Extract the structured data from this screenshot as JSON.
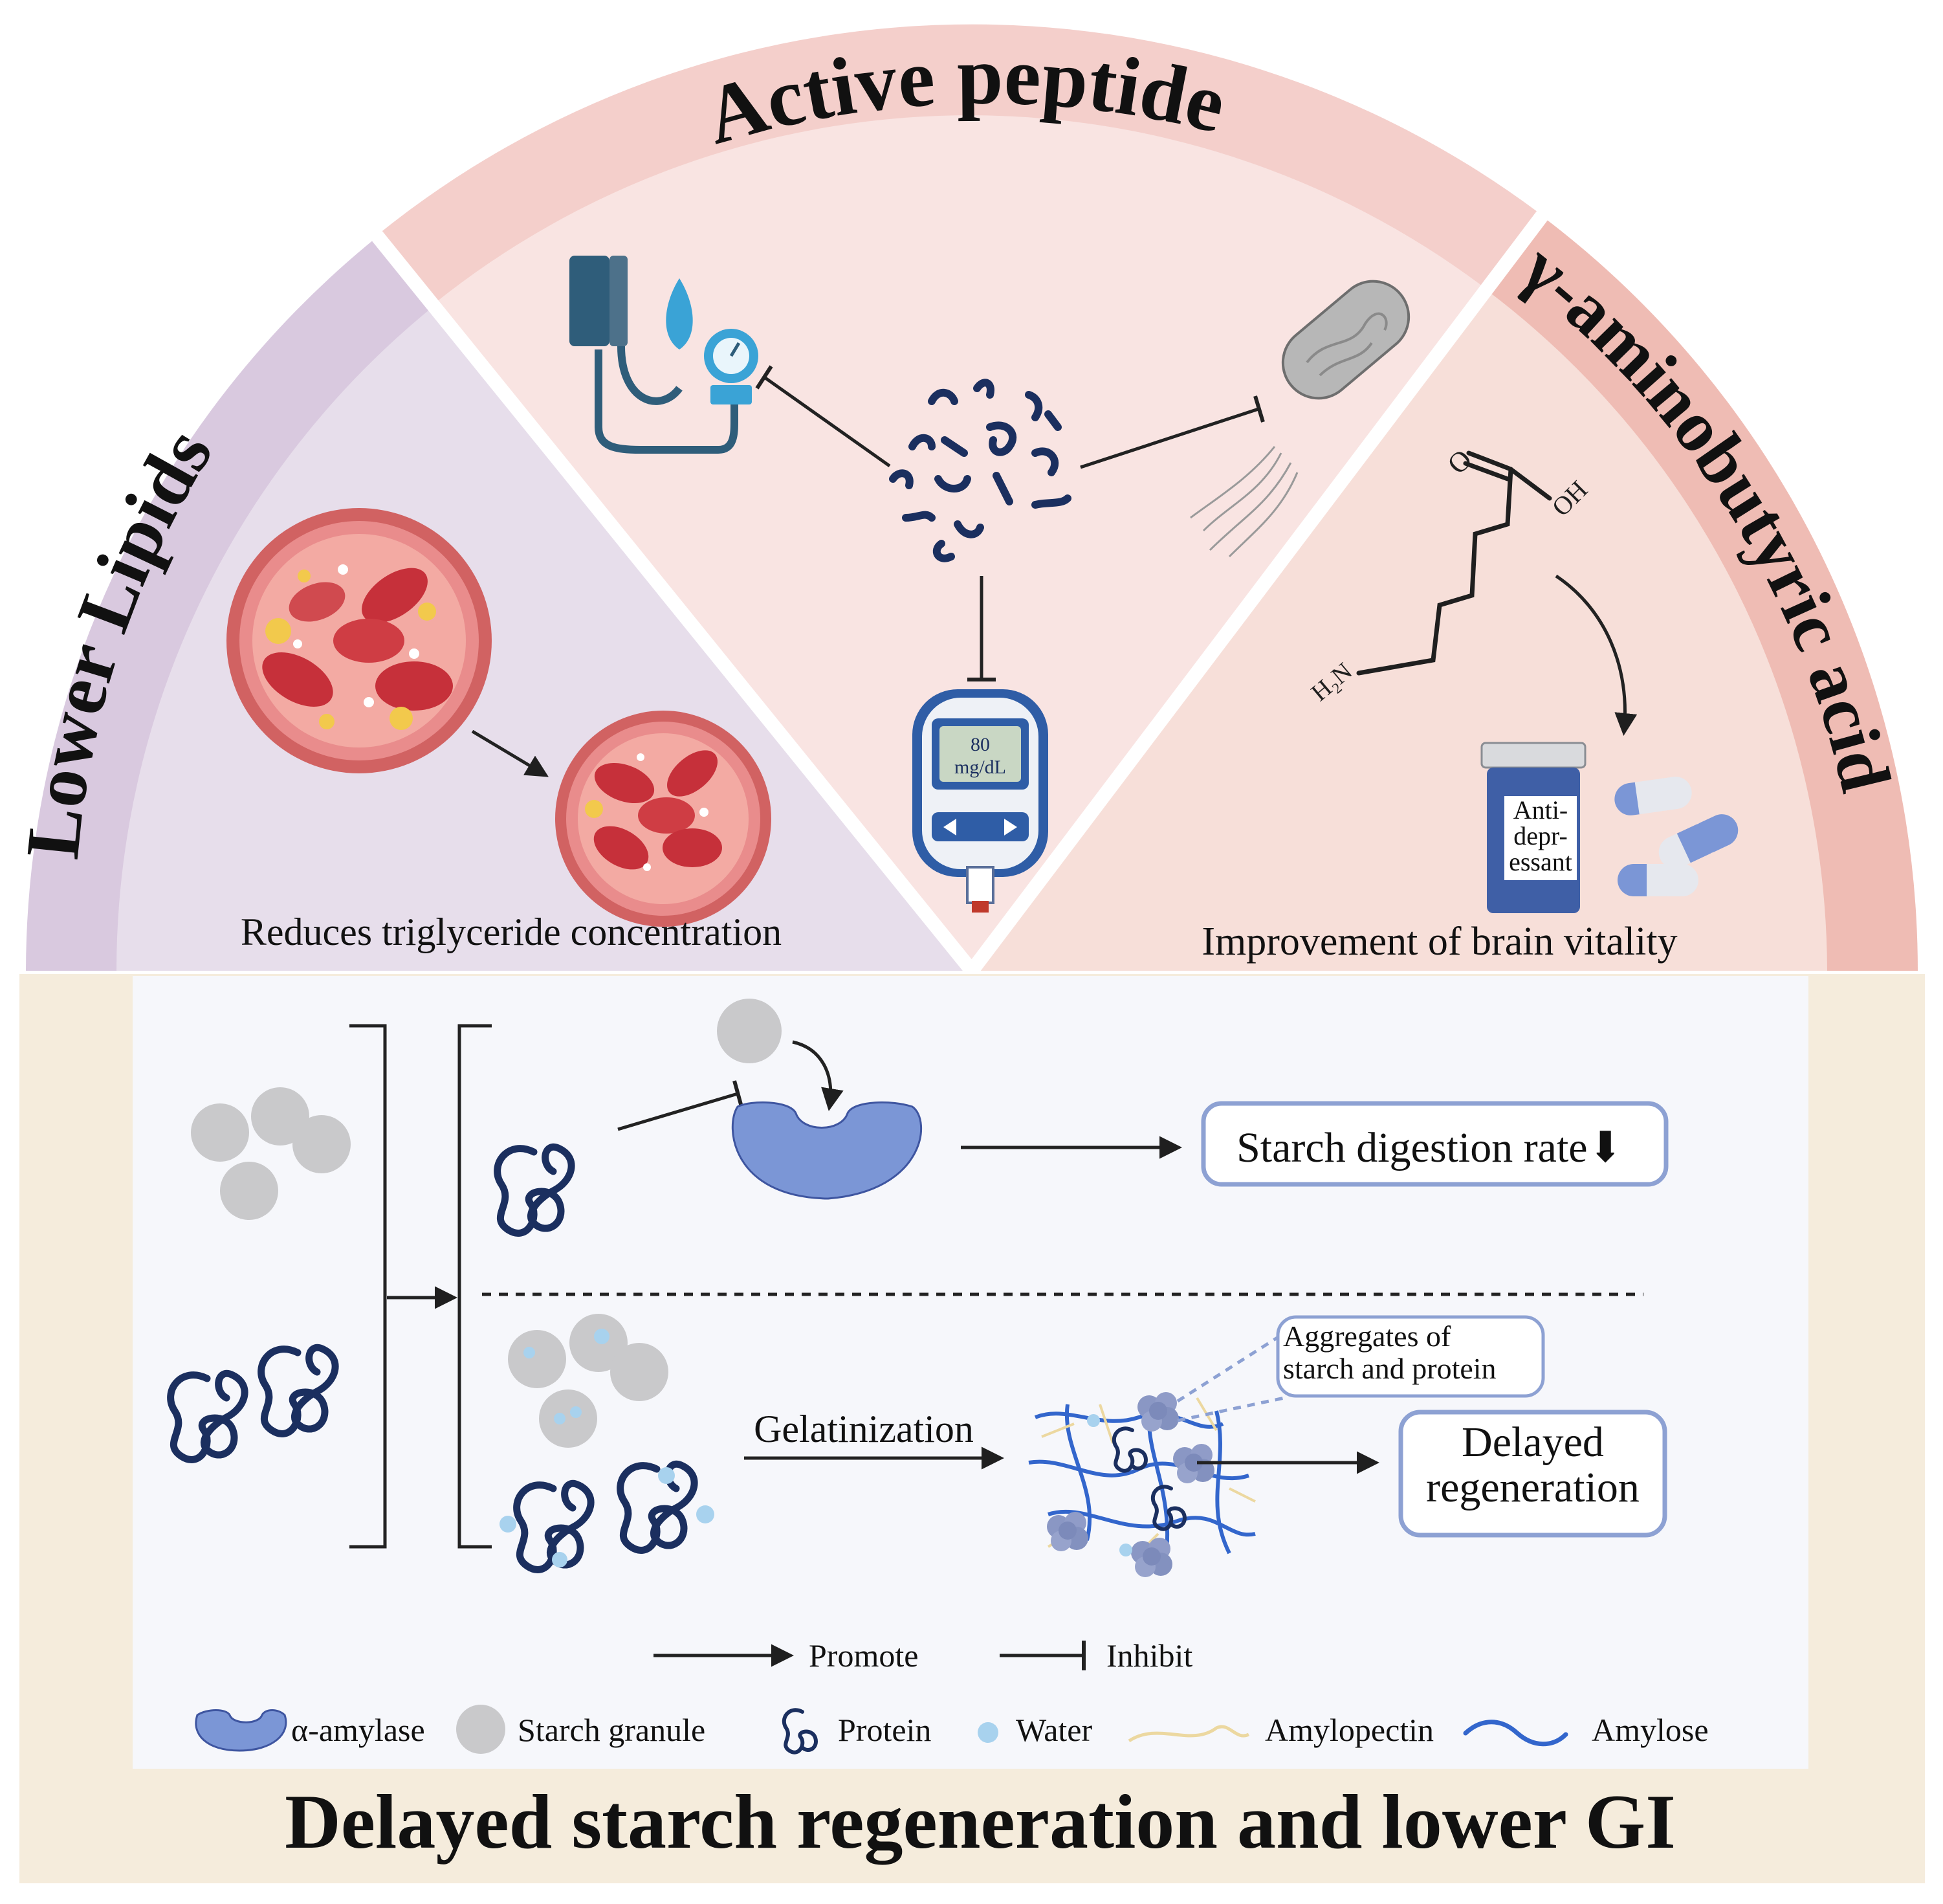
{
  "colors": {
    "lipids_sector": "#e7deeb",
    "lipids_band": "#d9c9df",
    "peptide_sector": "#f9e4e2",
    "peptide_band": "#f4cfcb",
    "gaba_sector": "#f7dfd9",
    "gaba_band": "#efbcb4",
    "bottom_band": "#f5ecdc",
    "bottom_panel": "#f6f7fb",
    "navy": "#1b2f5f",
    "enzyme": "#7b96d6",
    "starch": "#c9c9cb",
    "water": "#a8d2ee",
    "box_border": "#8da1d3"
  },
  "sectors": {
    "lipids": {
      "title": "Lower Lipids",
      "caption": "Reduces triglyceride concentration"
    },
    "peptide": {
      "title": "Active peptide",
      "glucometer_value": "80",
      "glucometer_unit": "mg/dL"
    },
    "gaba": {
      "title": "γ-aminobutyric acid",
      "caption": "Improvement of brain vitality",
      "pill_label": [
        "Anti-",
        "depr-",
        "essant"
      ],
      "atom_o": "O",
      "atom_oh": "OH",
      "atom_nh2": "H₂N"
    }
  },
  "mechanism": {
    "digestion_label": "Starch digestion rate⬇",
    "gelatinization_label": "Gelatinization",
    "aggregates_label": [
      "Aggregates of",
      "starch and protein"
    ],
    "delayed_label": [
      "Delayed",
      "regeneration"
    ]
  },
  "arrow_legend": {
    "promote": "Promote",
    "inhibit": "Inhibit"
  },
  "symbol_legend": {
    "amylase": "α-amylase",
    "starch": "Starch granule",
    "protein": "Protein",
    "water": "Water",
    "amylopectin": "Amylopectin",
    "amylose": "Amylose"
  },
  "footer_title": "Delayed starch regeneration and lower GI"
}
